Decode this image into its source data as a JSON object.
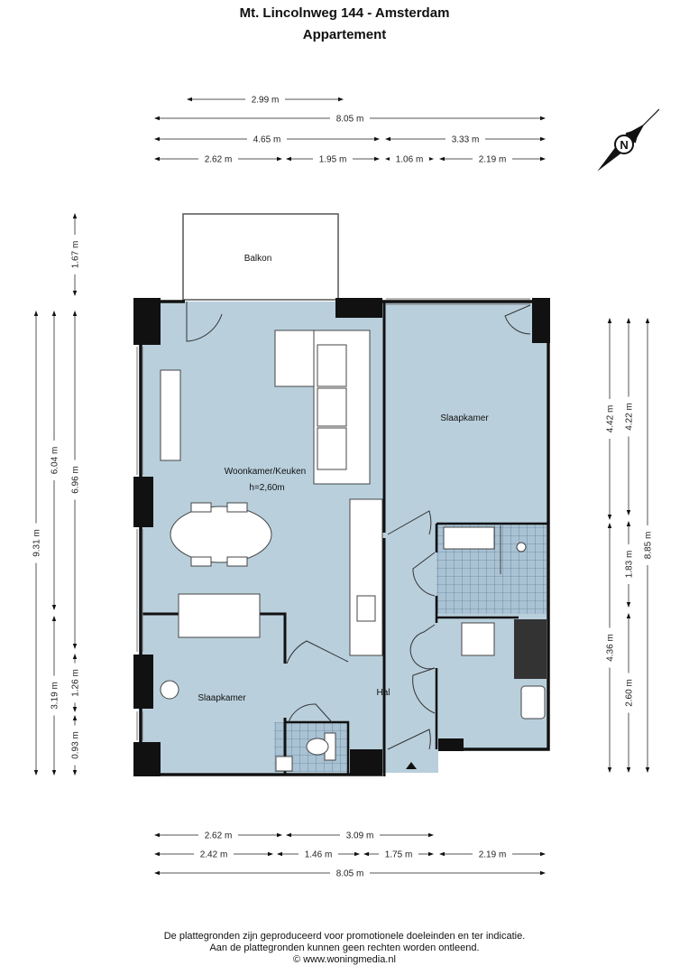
{
  "header": {
    "title": "Mt. Lincolnweg 144 - Amsterdam",
    "subtitle": "Appartement"
  },
  "rooms": {
    "balcony": "Balkon",
    "living": "Woonkamer/Keuken",
    "living_height": "h=2,60m",
    "bedroom_right": "Slaapkamer",
    "bedroom_left": "Slaapkamer",
    "hall": "Hal"
  },
  "dimensions": {
    "top": [
      "2.99 m",
      "8.05 m",
      "4.65 m",
      "3.33 m",
      "2.62 m",
      "1.95 m",
      "1.06 m",
      "2.19 m"
    ],
    "left": [
      "1.67 m",
      "9.31 m",
      "6.04 m",
      "6.96 m",
      "3.19 m",
      "1.26 m",
      "0.93 m"
    ],
    "right": [
      "4.42 m",
      "4.22 m",
      "8.85 m",
      "1.83 m",
      "4.36 m",
      "2.60 m"
    ],
    "bottom": [
      "2.62 m",
      "3.09 m",
      "2.42 m",
      "1.46 m",
      "1.75 m",
      "2.19 m",
      "8.05 m"
    ]
  },
  "compass": {
    "label": "N"
  },
  "colors": {
    "floor": "#b9cfdc",
    "wall": "#111111",
    "tile": "#9fb9cc"
  },
  "footer": {
    "line1": "De plattegronden zijn geproduceerd voor promotionele doeleinden en ter indicatie.",
    "line2": "Aan de plattegronden kunnen geen rechten worden ontleend.",
    "line3": "© www.woningmedia.nl"
  }
}
